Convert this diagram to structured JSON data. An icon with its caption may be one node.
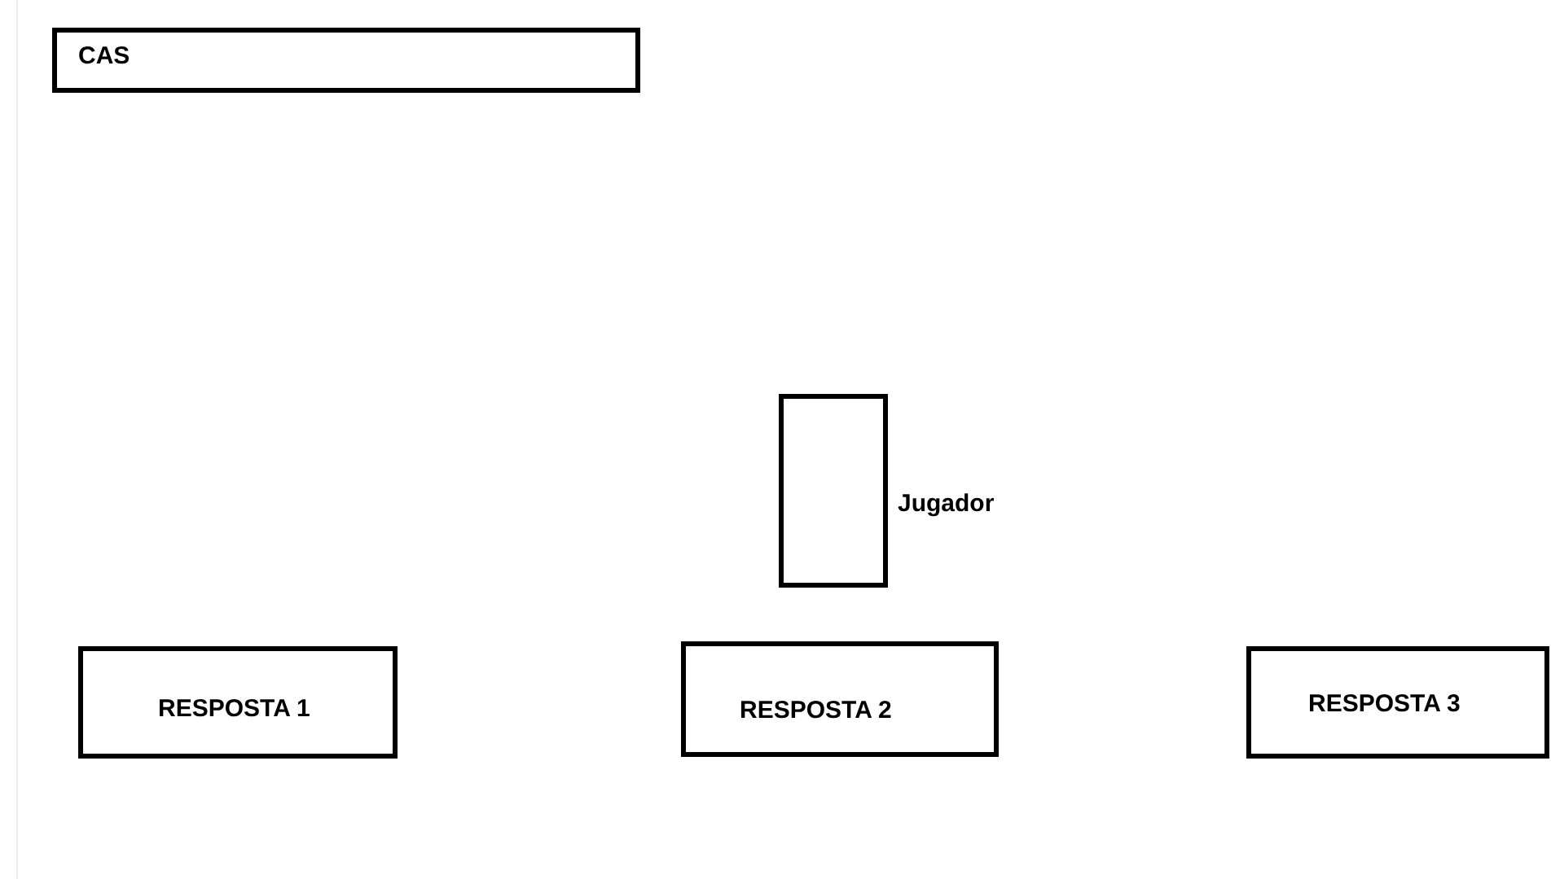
{
  "diagram": {
    "nodes": [
      {
        "text": [
          "CAS"
        ]
      },
      {
        "text": [],
        "shape": "box",
        "beside": [
          "Jugador"
        ]
      },
      {
        "text": [
          "RESPOSTA 1"
        ]
      },
      {
        "text": [
          "RESPOSTA 2"
        ]
      },
      {
        "text": [
          "RESPOSTA 3"
        ]
      }
    ]
  }
}
